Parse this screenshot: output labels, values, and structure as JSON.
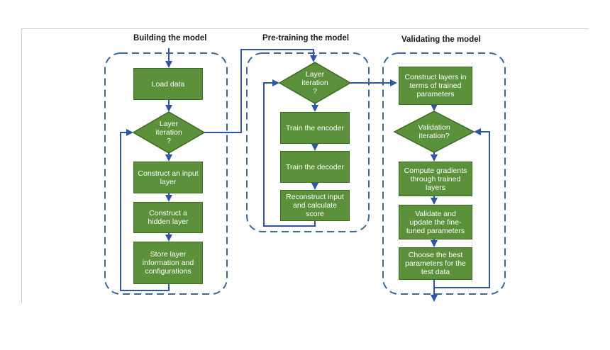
{
  "sections": {
    "building": "Building the model",
    "pretraining": "Pre-training the model",
    "validating": "Validating the model"
  },
  "building": {
    "load_data": "Load data",
    "decision": "Layer\niteration\n?",
    "input_layer": "Construct an input layer",
    "hidden_layer": "Construct a hidden layer",
    "store_layer": "Store layer information and configurations"
  },
  "pretraining": {
    "decision": "Layer\niteration\n?",
    "train_encoder": "Train the encoder",
    "train_decoder": "Train the decoder",
    "reconstruct": "Reconstruct input and calculate score"
  },
  "validating": {
    "construct_layers": "Construct layers in terms of trained parameters",
    "decision": "Validation\niteration?",
    "compute_gradients": "Compute gradients through trained layers",
    "validate_update": "Validate and update the fine-tuned parameters",
    "choose_best": "Choose the best parameters for the test data"
  },
  "colors": {
    "box_fill": "#5b913a",
    "box_border": "#3c6a24",
    "dashed_border": "#3d6896",
    "arrow": "#2f55a4"
  }
}
